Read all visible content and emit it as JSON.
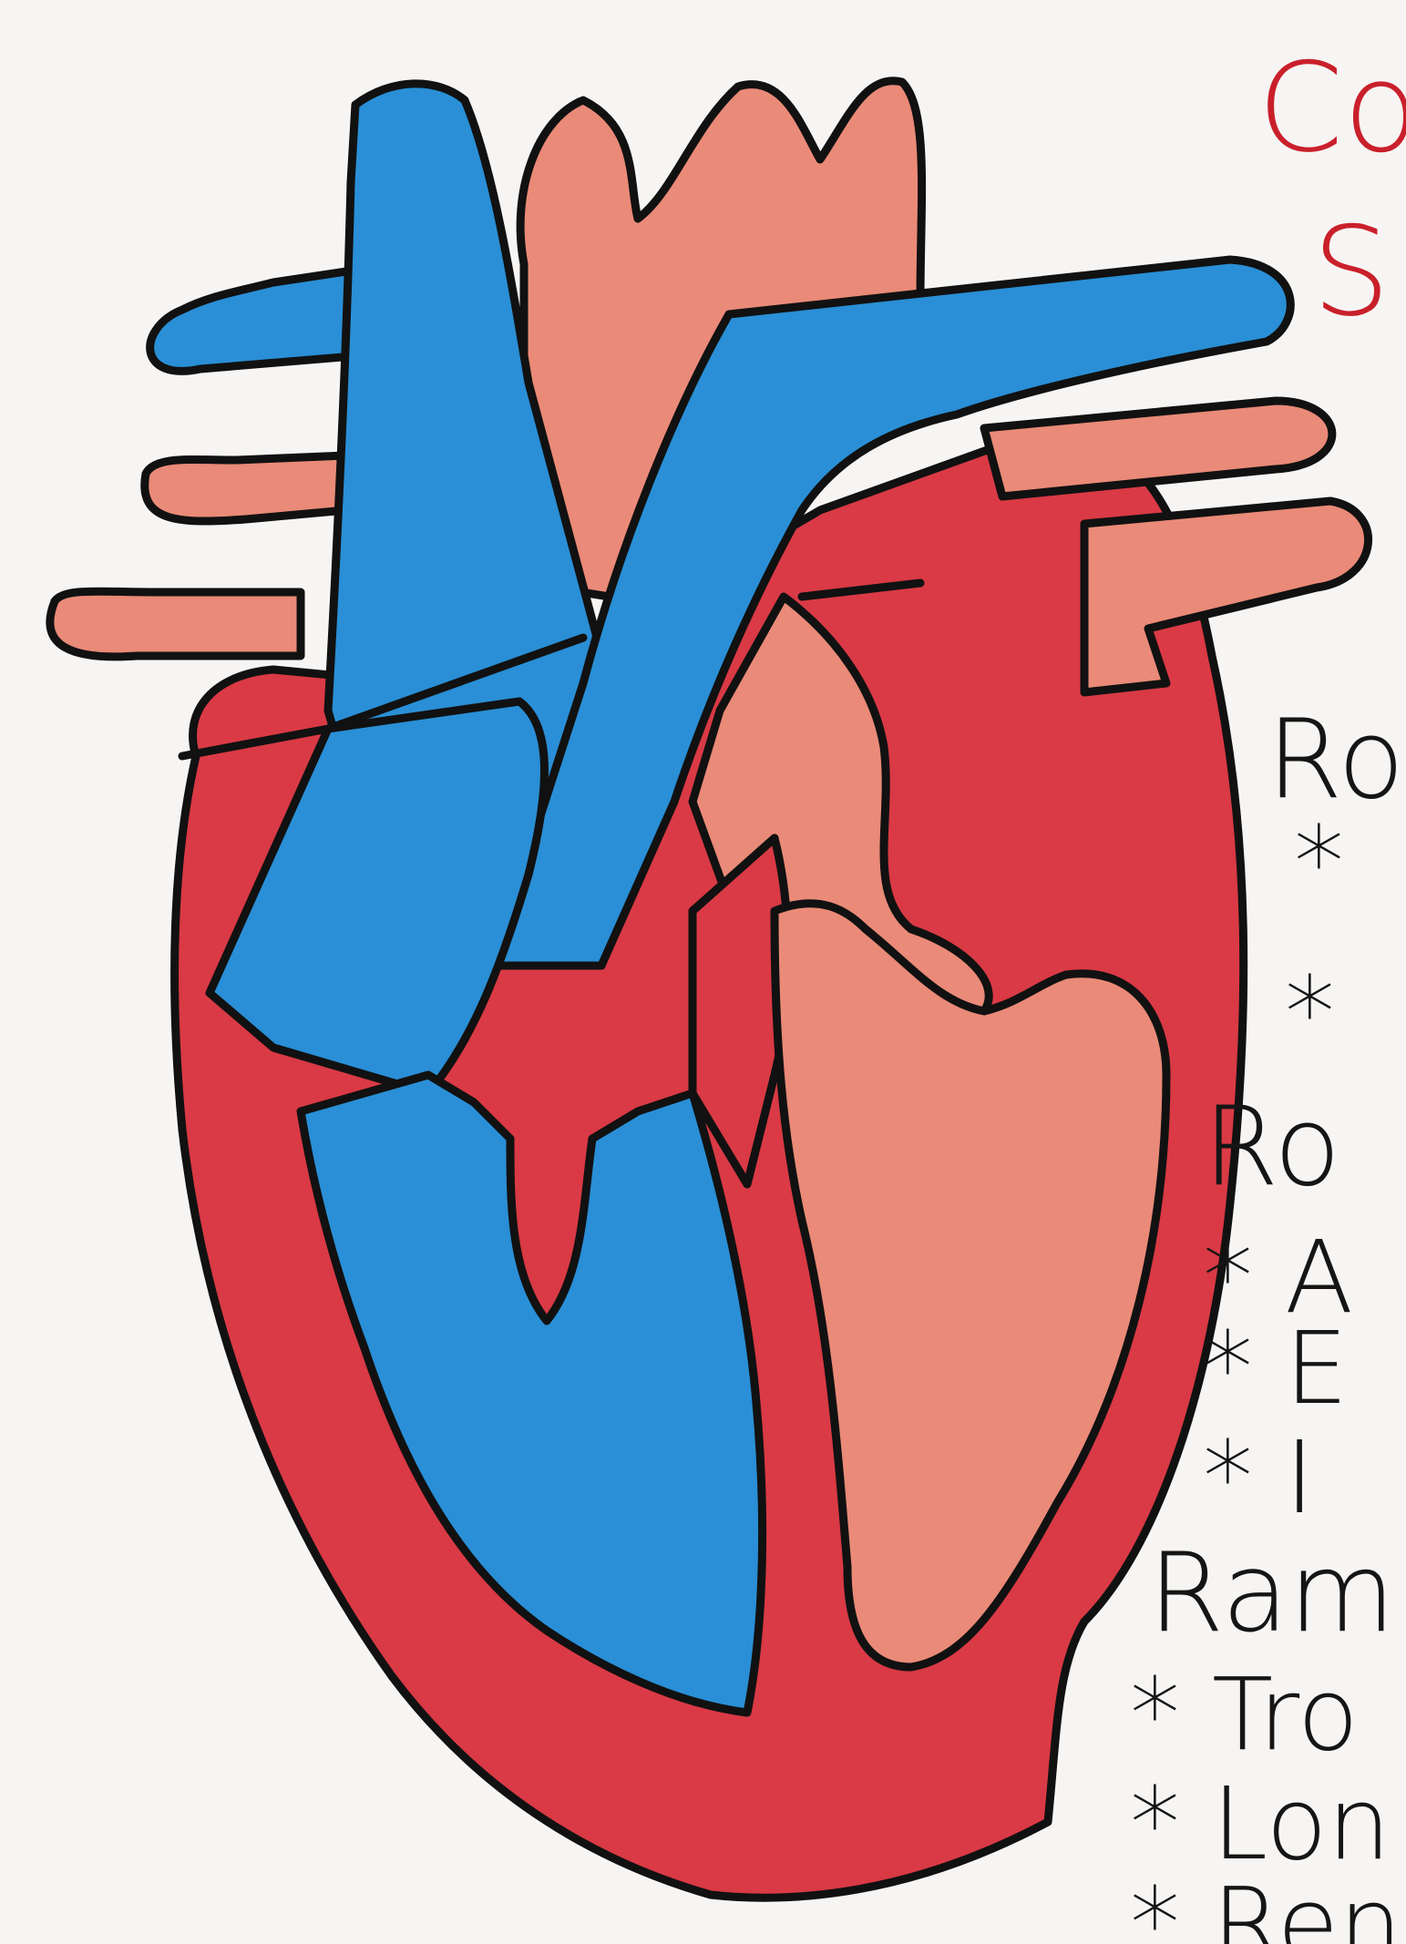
{
  "title_lines": [
    "Co",
    "S"
  ],
  "notes": [
    "Ro",
    "*",
    "*",
    "Ro",
    "* A",
    "* E",
    "* I",
    "Ram",
    "* Tro",
    "* Lon",
    "* Ren"
  ],
  "colors": {
    "outline": "#111111",
    "oxygen_poor_blue": "#2a8fd6",
    "oxygen_rich_light": "#ea8a78",
    "muscle_red": "#d93a45",
    "title_red": "#c9202b",
    "paper": "#f7f5f3"
  },
  "icons": [
    "heart-drawing-icon"
  ]
}
